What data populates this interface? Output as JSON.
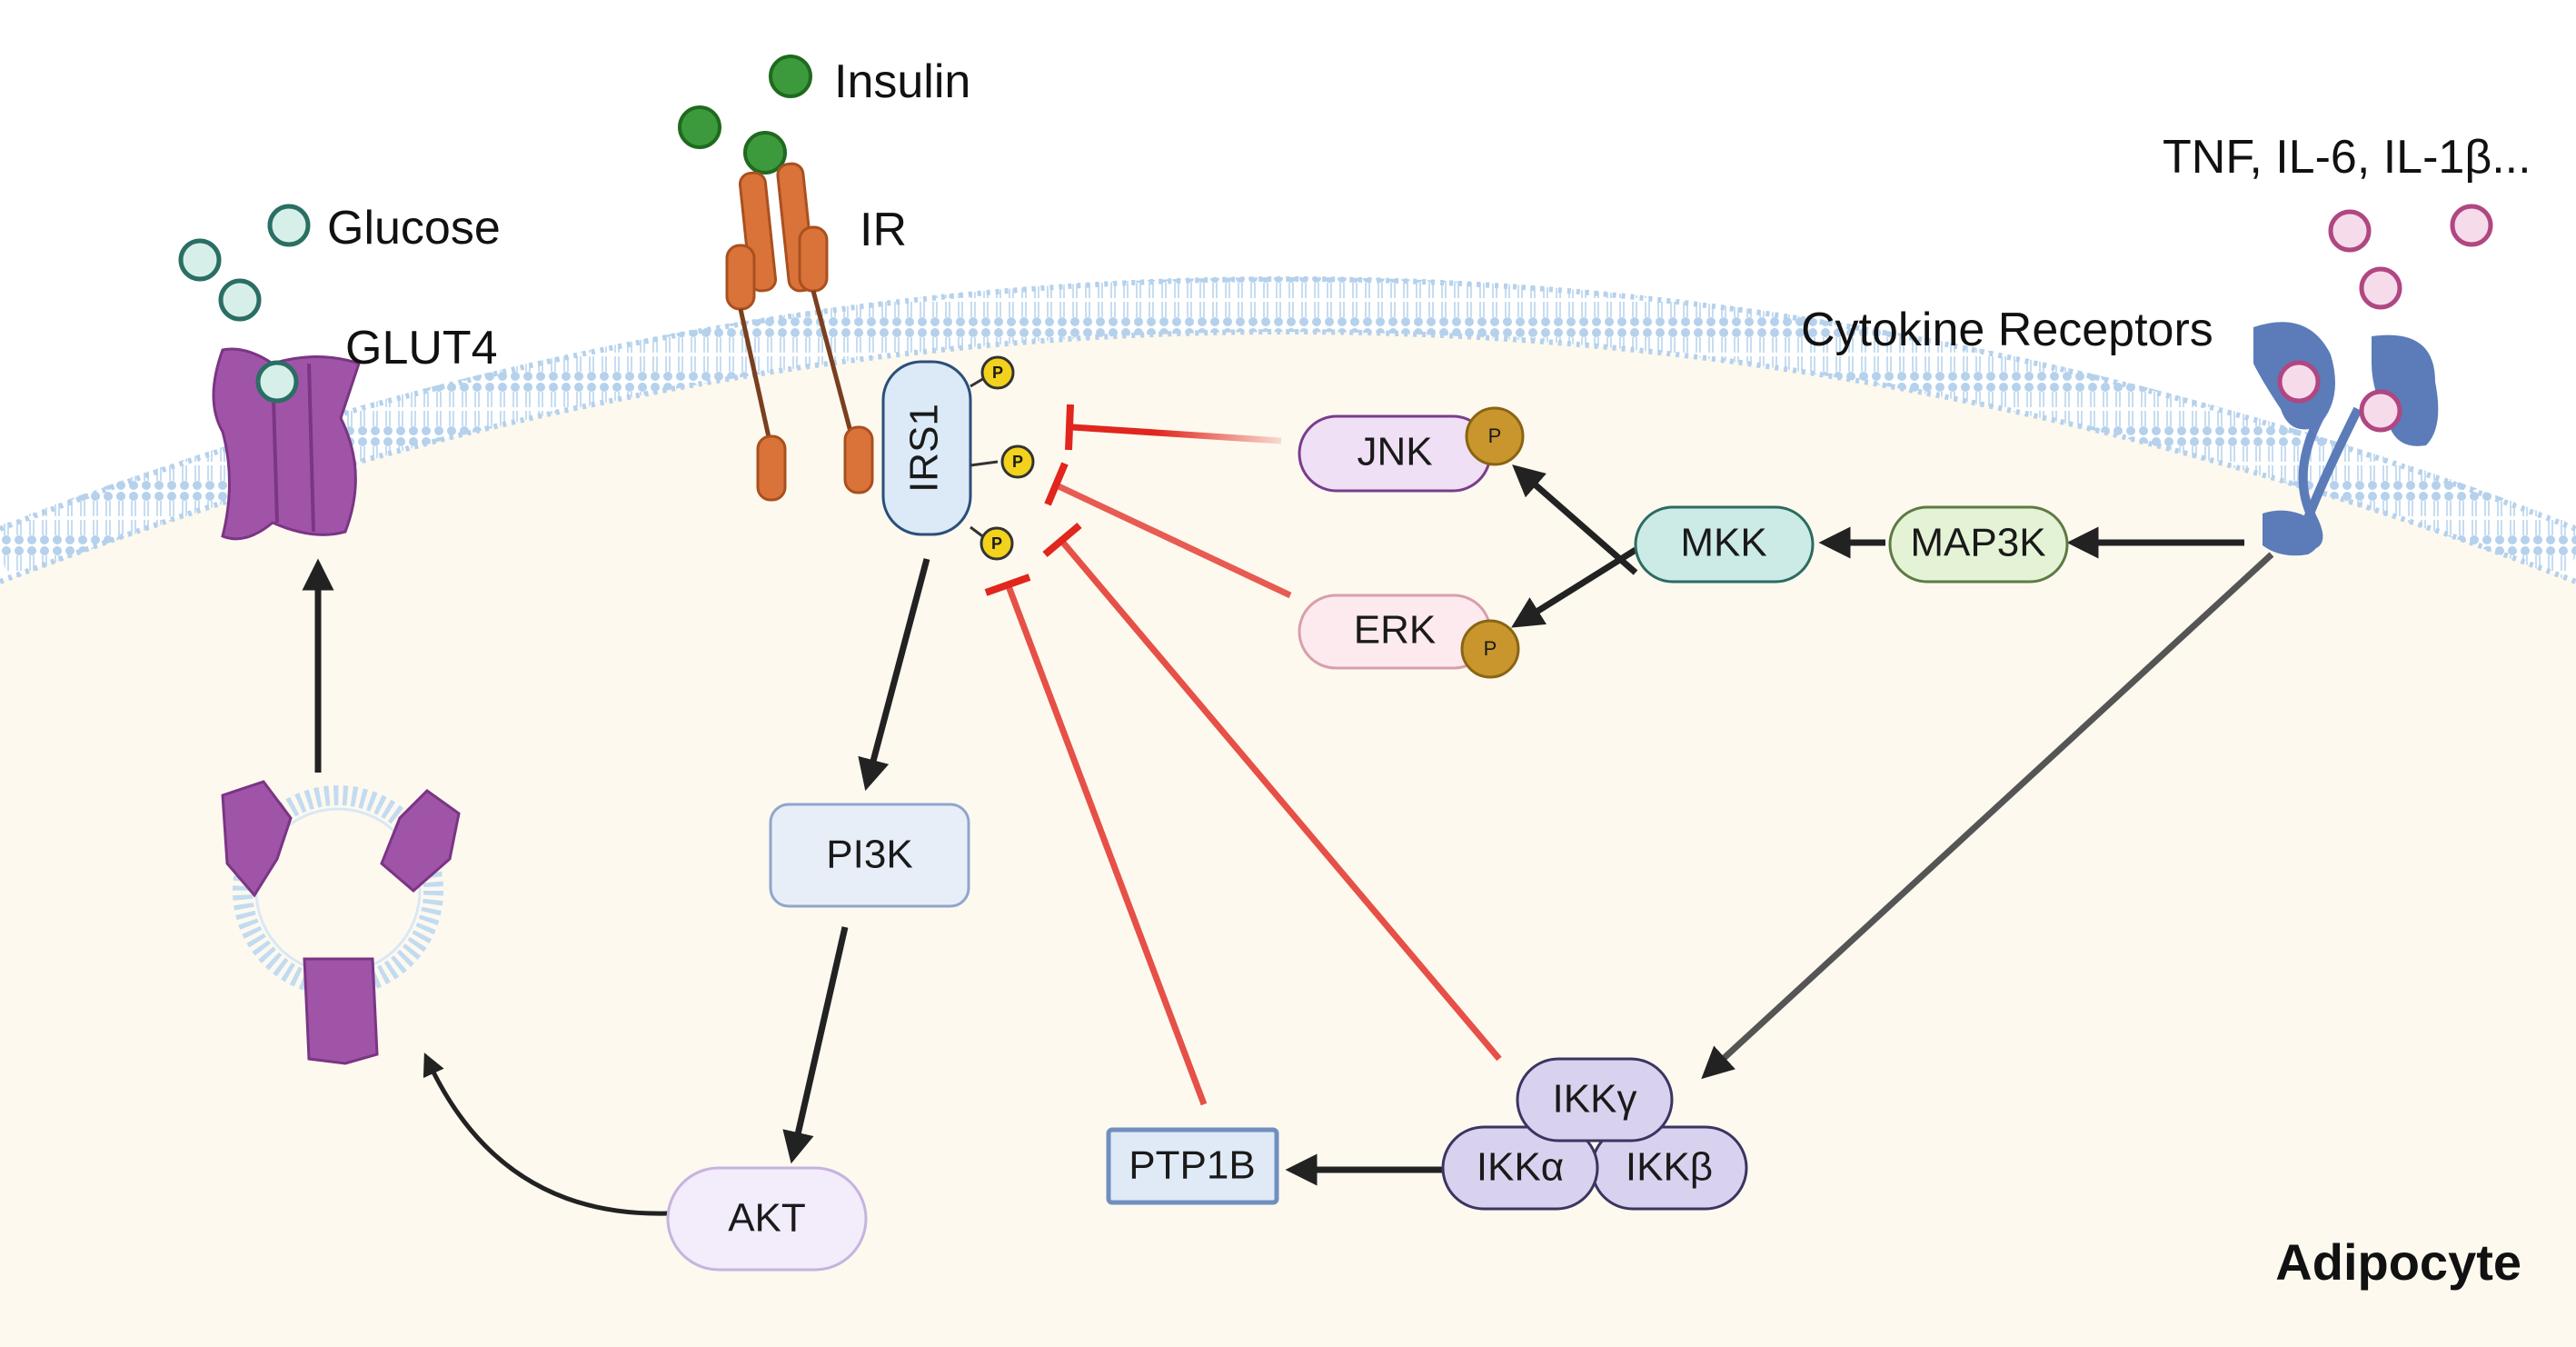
{
  "labels": {
    "insulin": "Insulin",
    "ir": "IR",
    "glucose": "Glucose",
    "glut4": "GLUT4",
    "cytokines": "TNF, IL-6, IL-1β...",
    "cytokine_receptors": "Cytokine Receptors",
    "cell": "Adipocyte"
  },
  "nodes": {
    "irs1": "IRS1",
    "jnk": "JNK",
    "erk": "ERK",
    "mkk": "MKK",
    "map3k": "MAP3K",
    "pi3k": "PI3K",
    "akt": "AKT",
    "ptp1b": "PTP1B",
    "ikk_gamma": "IKKγ",
    "ikk_alpha": "IKKα",
    "ikk_beta": "IKKβ"
  },
  "phospho_label": "P",
  "colors": {
    "cytoplasm": "#fdf9ef",
    "membrane": "#a9c8e6",
    "insulin": "#3c9a3c",
    "glucose": "#d7efe9",
    "glucose_stroke": "#2b6e63",
    "cytokine": "#f6dcea",
    "cytokine_stroke": "#b04682",
    "receptor_ir": "#d9733a",
    "glut4": "#a054a8",
    "cytokine_receptor": "#5b7cb8",
    "inhibition": "#e0261d",
    "activation": "#222222",
    "phospho": "#f2d21c",
    "phospho_bound": "#c8962c"
  }
}
